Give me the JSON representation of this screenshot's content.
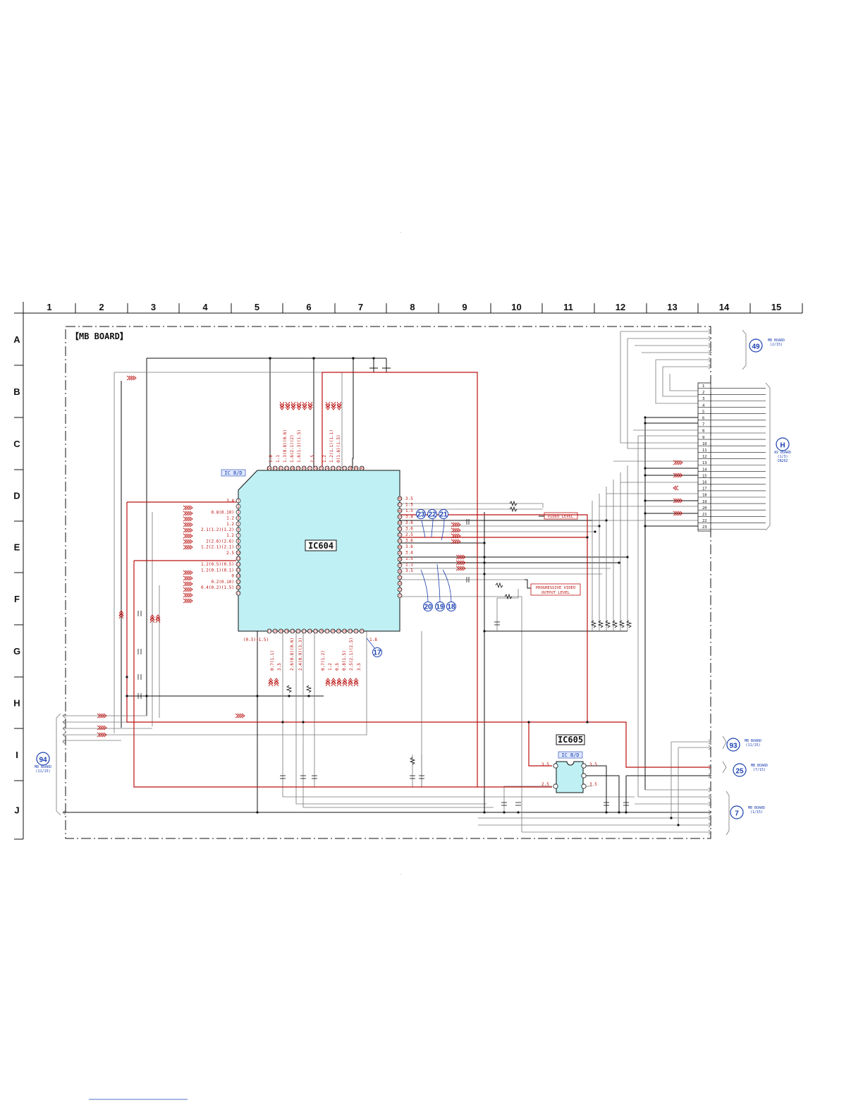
{
  "grid": {
    "columns": [
      "1",
      "2",
      "3",
      "4",
      "5",
      "6",
      "7",
      "8",
      "9",
      "10",
      "11",
      "12",
      "13",
      "14",
      "15"
    ],
    "rows": [
      "A",
      "B",
      "C",
      "D",
      "E",
      "F",
      "G",
      "H",
      "I",
      "J"
    ]
  },
  "board_title": "【MB BOARD】",
  "ic604": {
    "label": "IC604",
    "type_label": "IC B/D",
    "left_voltages": [
      "3.4",
      "",
      "0.8(0.10)",
      "1.2",
      "1.2",
      "2.1(1.2)(1.2)",
      "1.2",
      "2(2.6)(2.6)",
      "1.2(2.1)(2.1)",
      "2.5",
      "",
      "1.2(0.5)(0.5)",
      "1.2(0.1)(0.1)",
      "0",
      "0.2(0.10)",
      "0.4(0.2)(1.5)"
    ],
    "right_voltages": [
      "3.5",
      "1.5",
      "1.5",
      "3.4",
      "3.6",
      "3.6",
      "2.5",
      "3.6",
      "3.6",
      "3.4",
      "1.5",
      "1.1",
      "3.5"
    ],
    "top_voltages": [
      "1.8",
      "1.1",
      "1.3(0.8)(0.6)",
      "1.6(2.1)(2)",
      "1.6(1.3)(1.5)",
      "2.5",
      "1.2",
      "1.2(1.1)(1.1)",
      "0(1.6)(1.5)"
    ],
    "bottom_voltages": [
      "(0.5)(1.5)",
      "3.5",
      "0.7(1.1)",
      "2.6(0.8)(0.6)",
      "2.4(0.9)(3.3)",
      "0.7(1.2)",
      "1.2",
      "0.5",
      "0.8(1.5)",
      "2.5(2.1)(2.5)",
      "3.5",
      "1.8"
    ]
  },
  "ic605": {
    "label": "IC605",
    "type_label": "IC B/D",
    "voltages": [
      "3.5",
      "2.5",
      "3.5",
      "3.5"
    ]
  },
  "waveform_points": [
    "23",
    "22",
    "21",
    "20",
    "19",
    "18",
    "17"
  ],
  "level_labels": {
    "video": "VIDEO LEVEL",
    "progressive_line1": "PROGRESSIVE VIDEO",
    "progressive_line2": "OUTPUT LEVEL"
  },
  "connectors": {
    "c49": {
      "num": "49",
      "line1": "MB BOARD",
      "line2": "(2/15)"
    },
    "cH": {
      "num": "H",
      "line1": "AV BOARD",
      "line2": "(1/3)",
      "line3": "CN202"
    },
    "c93": {
      "num": "93",
      "line1": "MB BOARD",
      "line2": "(11/15)"
    },
    "c25": {
      "num": "25",
      "line1": "MB BOARD",
      "line2": "(7/15)"
    },
    "c7": {
      "num": "7",
      "line1": "MB BOARD",
      "line2": "(1/15)"
    },
    "c94": {
      "num": "94",
      "line1": "MB BOARD",
      "line2": "(11/15)"
    }
  },
  "cn_pins": [
    "1",
    "2",
    "3",
    "4",
    "5",
    "6",
    "7",
    "8",
    "9",
    "10",
    "11",
    "12",
    "13",
    "14",
    "15",
    "16",
    "17",
    "18",
    "19",
    "20",
    "21",
    "22",
    "23"
  ],
  "colors": {
    "red_trace": "#b11111",
    "black_trace": "#111111",
    "ic_fill": "#bff0f4",
    "probe_blue": "#1a3fb0"
  }
}
